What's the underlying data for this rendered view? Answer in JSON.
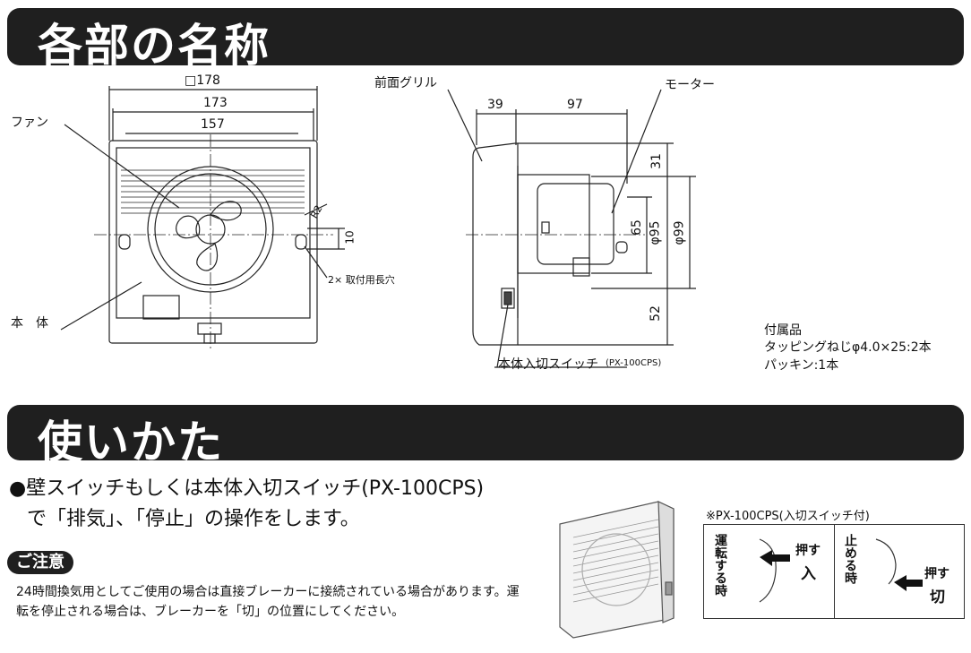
{
  "header1": {
    "title": "各部の名称"
  },
  "header2": {
    "title": "使いかた"
  },
  "diagram": {
    "dim_sq": "□178",
    "dim_173": "173",
    "dim_157": "157",
    "label_fan": "ファン",
    "label_body": "本　体",
    "label_r2": "R2",
    "label_10": "10",
    "label_holes": "2× 取付用長穴",
    "label_grille": "前面グリル",
    "dim_39": "39",
    "dim_97": "97",
    "label_motor": "モーター",
    "dim_31": "31",
    "dim_65": "65",
    "dim_phi95": "φ95",
    "dim_phi99": "φ99",
    "dim_52": "52",
    "label_switch": "本体入切スイッチ",
    "label_switch_model": "(PX-100CPS)"
  },
  "accessories": {
    "title": "付属品",
    "line1": "タッピングねじφ4.0×25:2本",
    "line2": "パッキン:1本"
  },
  "usage": {
    "line1": "●壁スイッチもしくは本体入切スイッチ(PX-100CPS)",
    "line2": "で「排気」、「停止」の操作をします。"
  },
  "caution": {
    "label": "ご注意",
    "text": "24時間換気用としてご使用の場合は直接ブレーカーに接続されている場合があります。運転を停止される場合は、ブレーカーを「切」の位置にしてください。"
  },
  "switch_box": {
    "caption": "※PX-100CPS(入切スイッチ付)",
    "left_v": "運転する時",
    "left_push": "押す",
    "left_state": "入",
    "right_v": "止める時",
    "right_push": "押す",
    "right_state": "切"
  }
}
